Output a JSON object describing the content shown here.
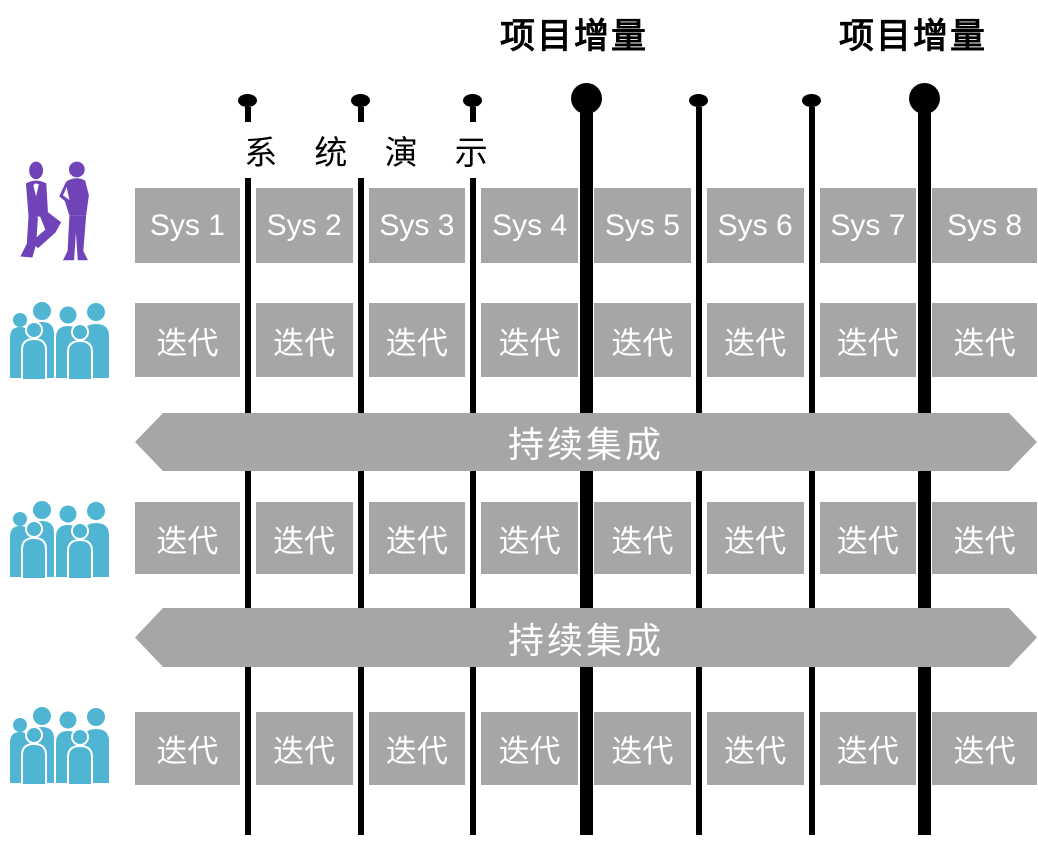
{
  "header": {
    "project_increment_labels": [
      "项目增量",
      "项目增量"
    ],
    "system_demo_label": "系 统 演 示"
  },
  "sys_row": [
    "Sys 1",
    "Sys 2",
    "Sys 3",
    "Sys 4",
    "Sys 5",
    "Sys 6",
    "Sys 7",
    "Sys 8"
  ],
  "iterations": [
    "迭代",
    "迭代",
    "迭代",
    "迭代",
    "迭代",
    "迭代",
    "迭代",
    "迭代"
  ],
  "arrows": {
    "continuous_integration": "持续集成"
  },
  "icons": {
    "milestone_minor": "small-black-dot",
    "milestone_major": "large-black-dot",
    "stakeholders": "two-businesspeople-silhouette",
    "team": "team-group-silhouette"
  },
  "colors": {
    "box_gray": "#a6a6a6",
    "black": "#000000",
    "white": "#ffffff",
    "purple": "#7043b8",
    "cyan": "#4fb5d3"
  }
}
